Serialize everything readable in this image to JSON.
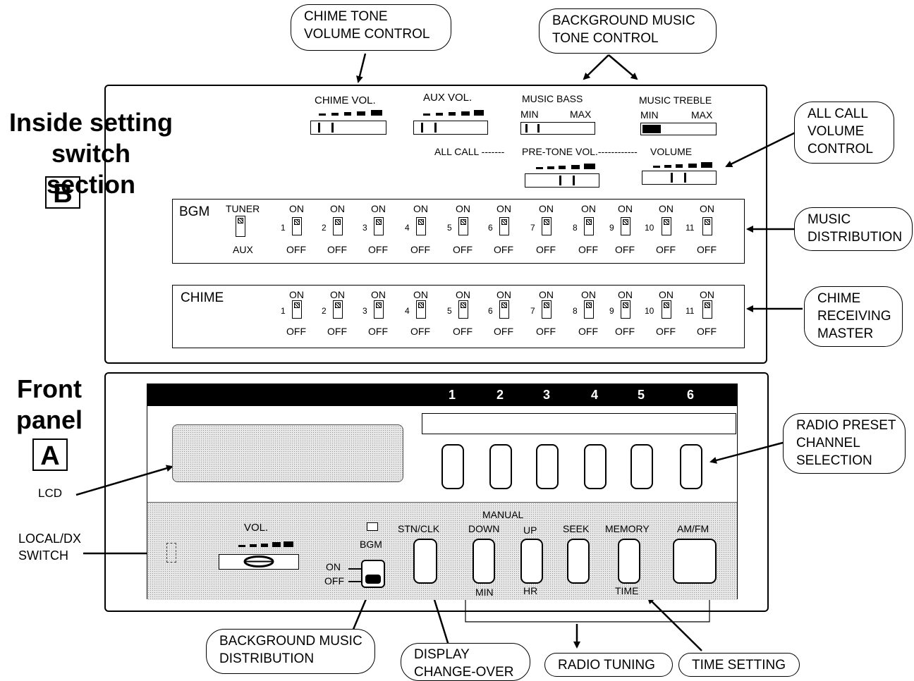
{
  "callouts": {
    "chime_tone": [
      "CHIME TONE",
      "VOLUME CONTROL"
    ],
    "bgm_tone": [
      "BACKGROUND MUSIC",
      "TONE CONTROL"
    ],
    "all_call": [
      "ALL CALL",
      "VOLUME",
      "CONTROL"
    ],
    "music_dist": [
      "MUSIC",
      "DISTRIBUTION"
    ],
    "chime_recv": [
      "CHIME",
      "RECEIVING",
      "MASTER"
    ],
    "radio_preset": [
      "RADIO PRESET",
      "CHANNEL",
      "SELECTION"
    ],
    "bgm_dist": [
      "BACKGROUND MUSIC",
      "DISTRIBUTION"
    ],
    "display": [
      "DISPLAY",
      "CHANGE-OVER"
    ],
    "radio_tuning": "RADIO TUNING",
    "time_setting": "TIME SETTING"
  },
  "sections": {
    "inside_line1": "Inside setting",
    "inside_line2": "switch section",
    "inside_letter": "B",
    "front_line1": "Front",
    "front_line2": "panel",
    "front_letter": "A"
  },
  "inside": {
    "chime_vol": "CHIME VOL.",
    "aux_vol": "AUX VOL.",
    "music_bass": "MUSIC BASS",
    "music_treble": "MUSIC TREBLE",
    "min": "MIN",
    "max": "MAX",
    "all_call_line": "ALL CALL -------",
    "pretone": "PRE-TONE VOL.------------",
    "volume": "VOLUME",
    "bgm": "BGM",
    "tuner": "TUNER",
    "aux": "AUX",
    "on": "ON",
    "off": "OFF",
    "chime": "CHIME",
    "channels": [
      "1",
      "2",
      "3",
      "4",
      "5",
      "6",
      "7",
      "8",
      "9",
      "10",
      "11"
    ]
  },
  "front": {
    "presets": [
      "1",
      "2",
      "3",
      "4",
      "5",
      "6"
    ],
    "vol": "VOL.",
    "bgm": "BGM",
    "on": "ON",
    "off": "OFF",
    "stn_clk": "STN/CLK",
    "manual": "MANUAL",
    "down": "DOWN",
    "up": "UP",
    "seek": "SEEK",
    "memory": "MEMORY",
    "am_fm": "AM/FM",
    "min": "MIN",
    "hr": "HR",
    "time": "TIME",
    "lcd": "LCD",
    "local_dx": [
      "LOCAL/DX",
      "SWITCH"
    ]
  }
}
